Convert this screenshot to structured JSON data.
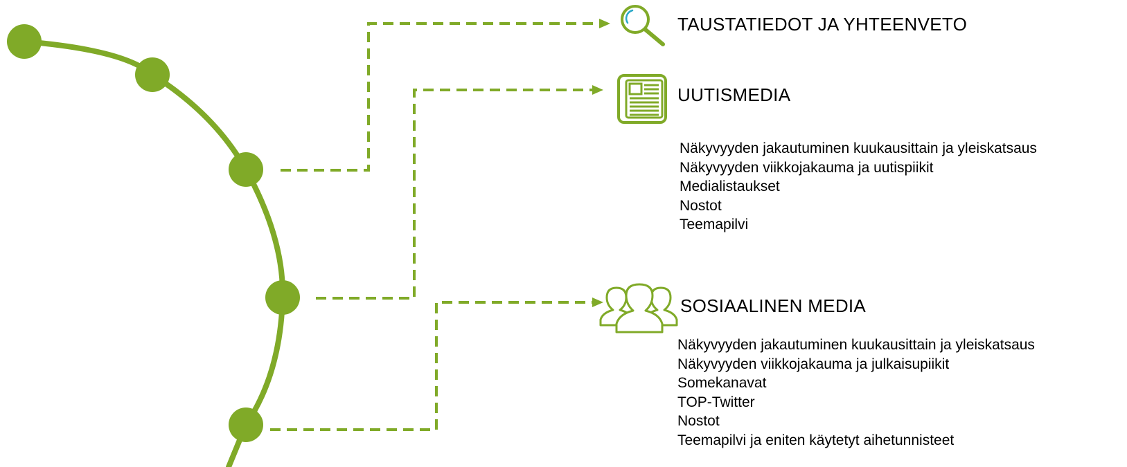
{
  "colors": {
    "accent": "#80aa28",
    "magnifier_highlight": "#2aa8c8",
    "text": "#000000",
    "background": "#ffffff"
  },
  "sections": [
    {
      "id": "taustatiedot",
      "icon": "magnifier-icon",
      "title": "TAUSTATIEDOT JA YHTEENVETO",
      "items": []
    },
    {
      "id": "uutismedia",
      "icon": "newspaper-icon",
      "title": "UUTISMEDIA",
      "items": [
        "Näkyvyyden jakautuminen kuukausittain ja yleiskatsaus",
        "Näkyvyyden viikkojakauma ja uutispiikit",
        "Medialistaukset",
        "Nostot",
        "Teemapilvi"
      ]
    },
    {
      "id": "sosiaalinen-media",
      "icon": "people-icon",
      "title": "SOSIAALINEN MEDIA",
      "items": [
        "Näkyvyyden jakautuminen kuukausittain ja yleiskatsaus",
        "Näkyvyyden viikkojakauma ja julkaisupiikit",
        "Somekanavat",
        "TOP-Twitter",
        "Nostot",
        "Teemapilvi ja eniten käytetyt aihetunnisteet"
      ]
    }
  ]
}
